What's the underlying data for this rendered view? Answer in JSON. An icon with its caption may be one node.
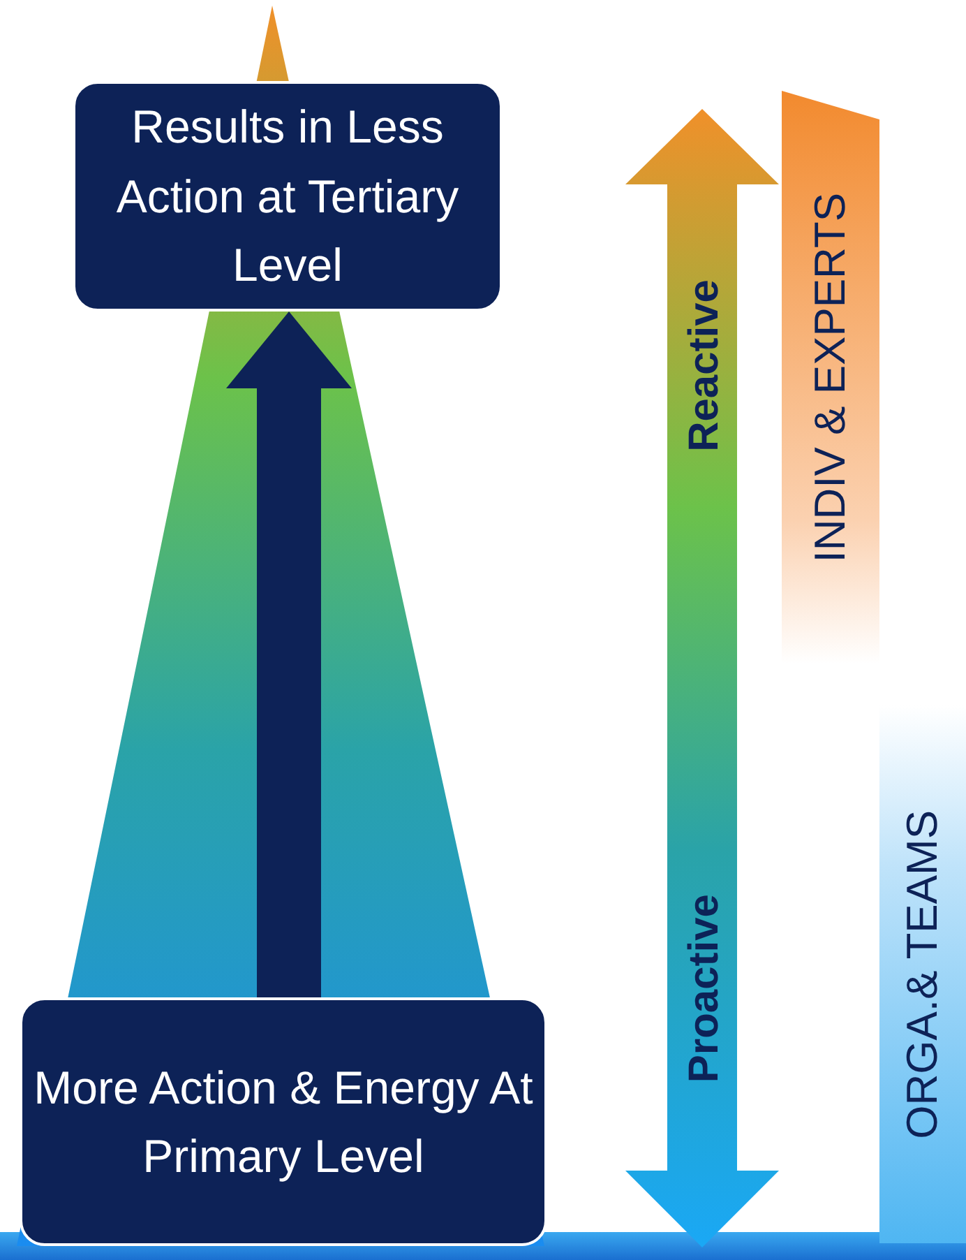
{
  "diagram": {
    "nodes": [
      {
        "text": [
          "Results in Less Action at Tertiary Level"
        ]
      },
      {
        "text": [
          "More Action & Energy At Primary Level"
        ]
      },
      {
        "text": [
          "INDIV & EXPERTS"
        ]
      },
      {
        "text": [
          "ORGA.& TEAMS"
        ]
      }
    ],
    "edges": [
      {
        "from": 1,
        "to": 0,
        "arrow": "to"
      }
    ],
    "labels": [
      "Reactive",
      "Proactive"
    ]
  }
}
